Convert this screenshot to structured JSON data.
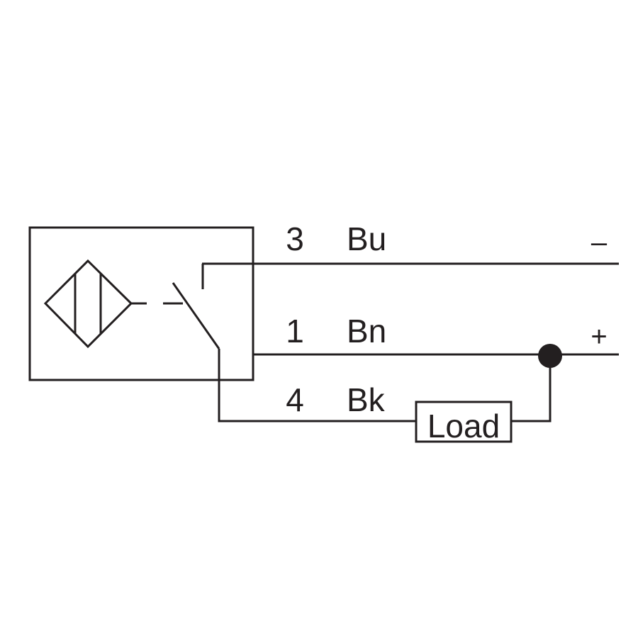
{
  "wires": [
    {
      "pin": "3",
      "color": "Bu",
      "polarity": "–"
    },
    {
      "pin": "1",
      "color": "Bn",
      "polarity": "+"
    },
    {
      "pin": "4",
      "color": "Bk"
    }
  ],
  "load_label": "Load",
  "stroke_color": "#231f20",
  "sensor_symbol": "inductive-sensor-icon",
  "switch_type": "normally-open"
}
